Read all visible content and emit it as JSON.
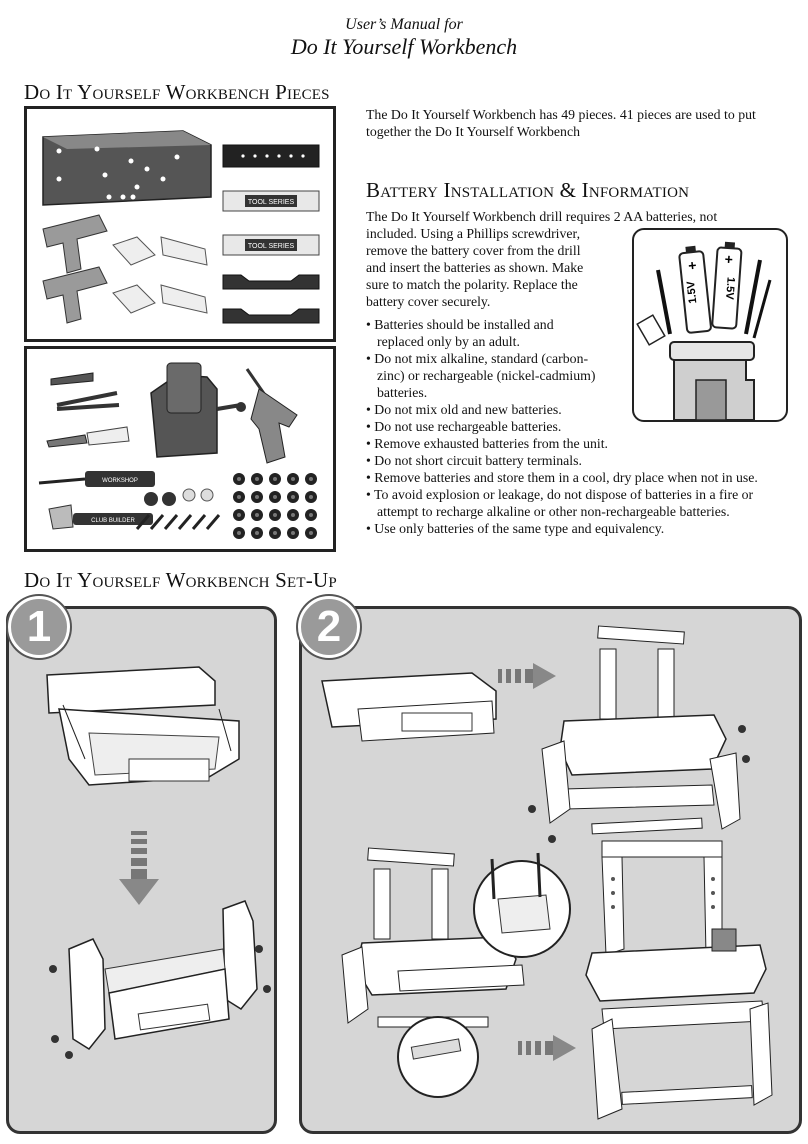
{
  "header": {
    "subtitle": "User’s Manual for",
    "title": "Do It Yourself Workbench"
  },
  "sections": {
    "pieces_heading": "Do It Yourself Workbench Pieces",
    "battery_heading": "Battery Installation & Information",
    "setup_heading": "Do It Yourself Workbench Set-Up"
  },
  "intro": "The Do It Yourself Workbench has 49 pieces. 41 pieces are used to put together the Do It Yourself Workbench",
  "battery": {
    "intro": "The Do It Yourself Workbench drill requires 2 AA batteries, not included. Using a Phillips screwdriver, remove the battery cover from the drill and insert the batteries as shown. Make sure to match the polarity. Replace the battery cover securely.",
    "intro_lines": [
      "The Do It Yourself Workbench drill requires 2 AA batteries, not",
      "included. Using a Phillips screwdriver,",
      "remove the battery cover from the drill",
      "and insert the batteries as shown. Make",
      "sure to match the polarity. Replace the",
      "battery cover securely."
    ],
    "bullets": [
      "Batteries should be installed and replaced only by an adult.",
      "Do not mix alkaline, standard (carbon-zinc) or rechargeable (nickel-cadmium) batteries.",
      "Do not mix old and new batteries.",
      "Do not use rechargeable batteries.",
      "Remove exhausted batteries from the unit.",
      "Do not short circuit battery terminals.",
      "Remove batteries and store them in a cool, dry place when not in use.",
      "To avoid explosion or leakage, do not dispose of batteries in a fire or attempt to recharge alkaline or other non-rechargeable batteries.",
      "Use only batteries of the same type and equivalency."
    ],
    "battery_labels": [
      "1.5V",
      "1.5V"
    ],
    "polarity": [
      "+",
      "+"
    ]
  },
  "pieces": {
    "tool_series_label": "TOOL SERIES",
    "tool_labels": [
      "WORKSHOP",
      "CLUB BUILDER"
    ]
  },
  "steps": [
    "1",
    "2"
  ]
}
